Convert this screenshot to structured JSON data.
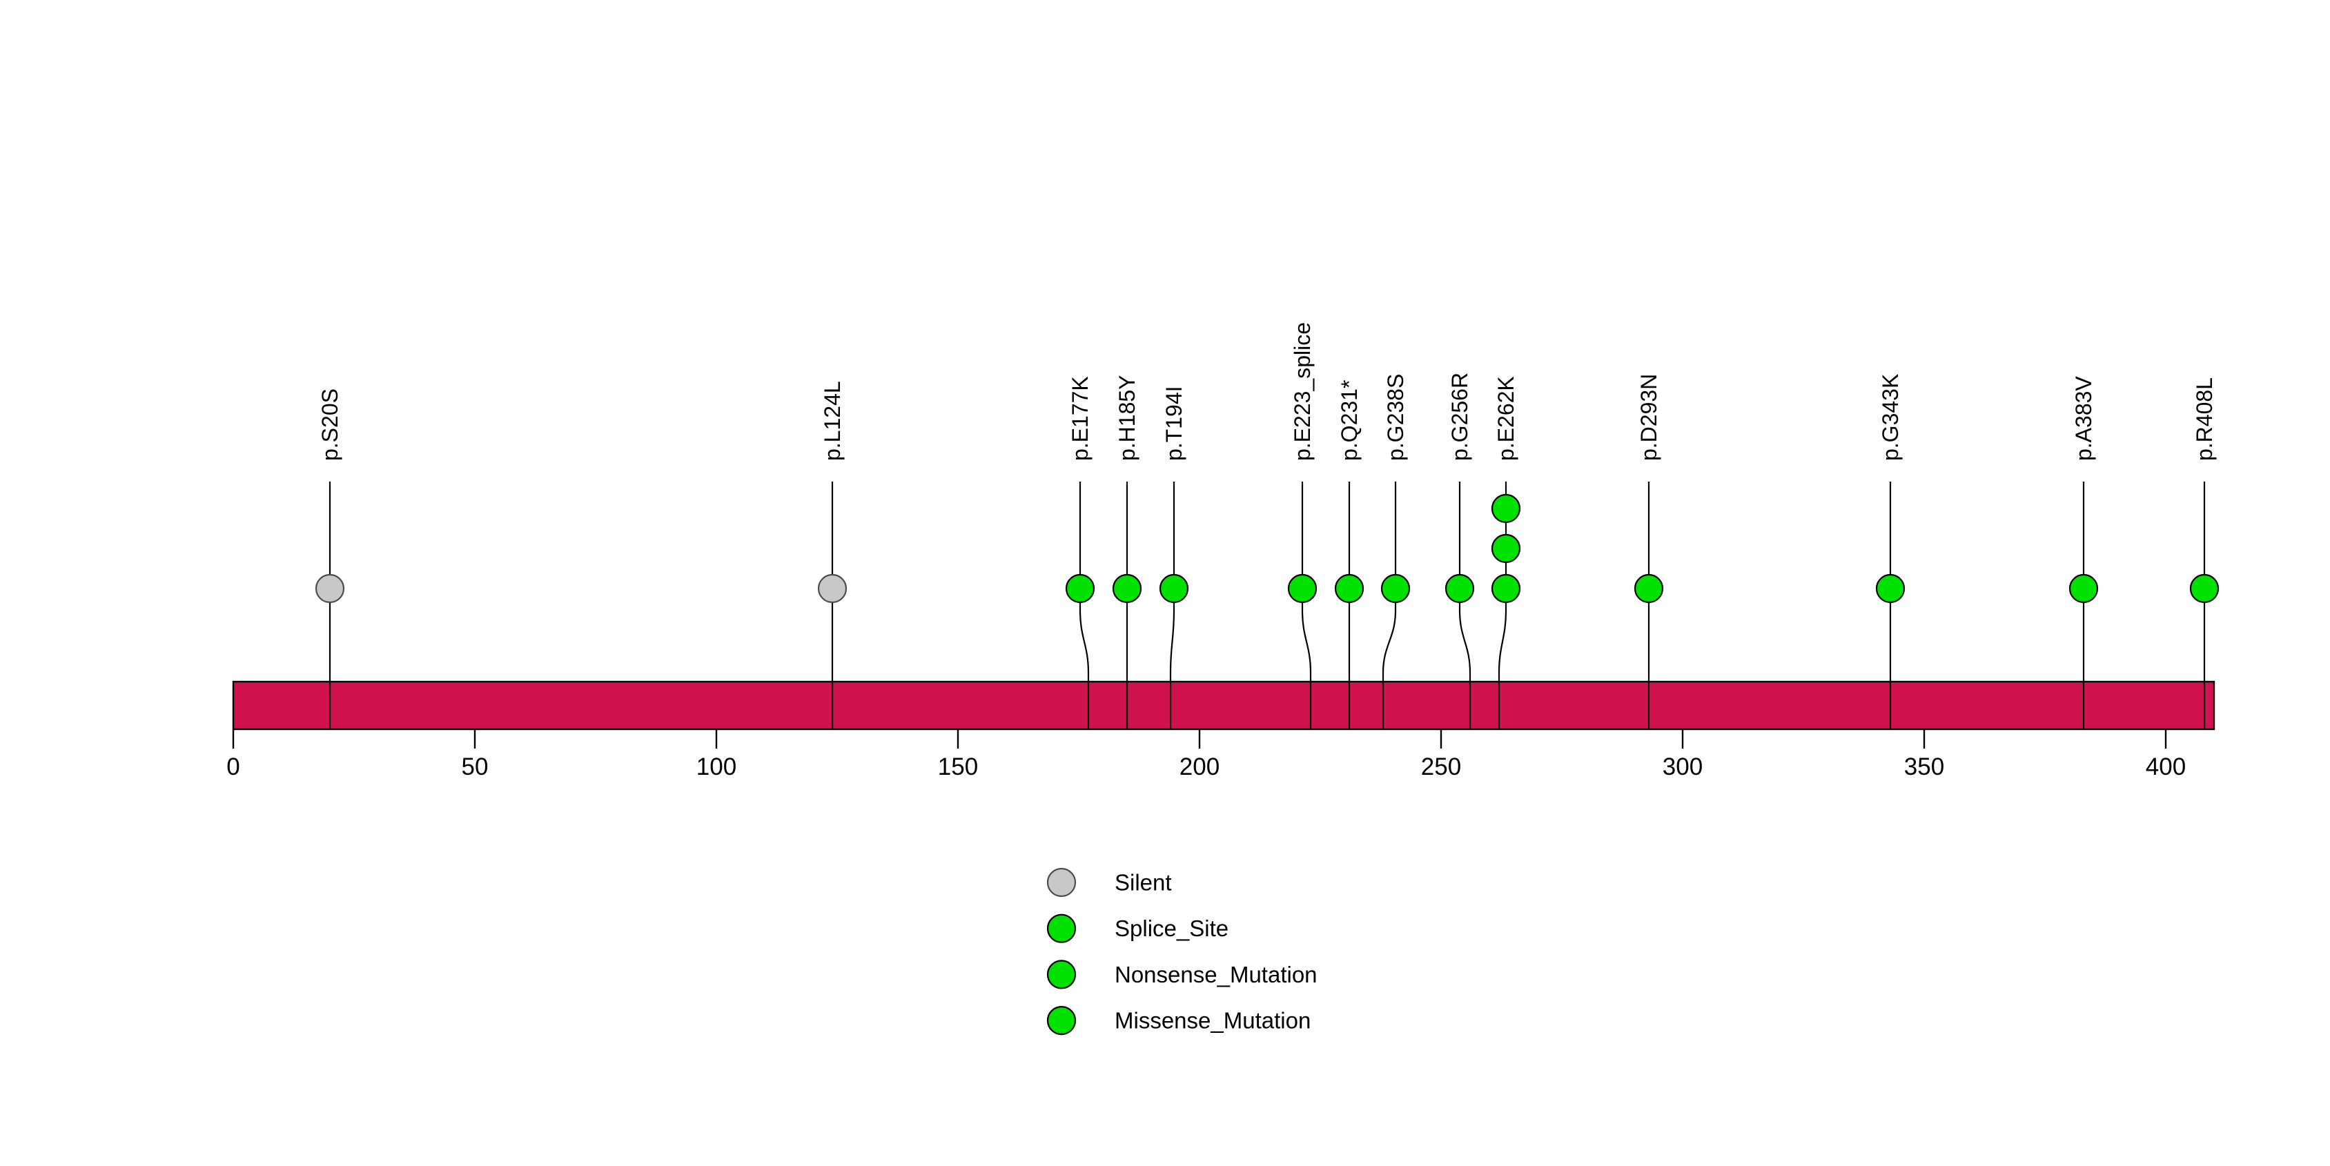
{
  "figure": {
    "background": "#FFFFFF"
  },
  "chart_data": {
    "type": "lollipop",
    "axis_range": [
      0,
      410
    ],
    "x_ticks": [
      0,
      50,
      100,
      150,
      200,
      250,
      300,
      350,
      400
    ],
    "protein_bar": {
      "start": 0,
      "end": 410,
      "color": "#D0124E",
      "border_color": "#000000"
    },
    "stick_color": "#000000",
    "grid": false,
    "legend_position": "bottom-center",
    "mutations": [
      {
        "label": "p.S20S",
        "pos": 20,
        "type": "Silent",
        "count": 1,
        "label_offset": 0
      },
      {
        "label": "p.L124L",
        "pos": 124,
        "type": "Silent",
        "count": 1,
        "label_offset": 0
      },
      {
        "label": "p.E177K",
        "pos": 177,
        "type": "Missense_Mutation",
        "count": 1,
        "label_offset": -12
      },
      {
        "label": "p.H185Y",
        "pos": 185,
        "type": "Missense_Mutation",
        "count": 1,
        "label_offset": 0
      },
      {
        "label": "p.T194I",
        "pos": 194,
        "type": "Missense_Mutation",
        "count": 1,
        "label_offset": 5
      },
      {
        "label": "p.E223_splice",
        "pos": 223,
        "type": "Splice_Site",
        "count": 1,
        "label_offset": -12
      },
      {
        "label": "p.Q231*",
        "pos": 231,
        "type": "Nonsense_Mutation",
        "count": 1,
        "label_offset": 0
      },
      {
        "label": "p.G238S",
        "pos": 238,
        "type": "Missense_Mutation",
        "count": 1,
        "label_offset": 18
      },
      {
        "label": "p.G256R",
        "pos": 256,
        "type": "Missense_Mutation",
        "count": 1,
        "label_offset": -15
      },
      {
        "label": "p.E262K",
        "pos": 262,
        "type": "Missense_Mutation",
        "count": 3,
        "label_offset": 10
      },
      {
        "label": "p.D293N",
        "pos": 293,
        "type": "Missense_Mutation",
        "count": 1,
        "label_offset": 0
      },
      {
        "label": "p.G343K",
        "pos": 343,
        "type": "Missense_Mutation",
        "count": 1,
        "label_offset": 0
      },
      {
        "label": "p.A383V",
        "pos": 383,
        "type": "Missense_Mutation",
        "count": 1,
        "label_offset": 0
      },
      {
        "label": "p.R408L",
        "pos": 408,
        "type": "Missense_Mutation",
        "count": 1,
        "label_offset": 0
      }
    ],
    "legend": [
      {
        "label": "Silent",
        "color": "#C8C8C8",
        "stroke": "#4D4D4D"
      },
      {
        "label": "Splice_Site",
        "color": "#00E100",
        "stroke": "#000000"
      },
      {
        "label": "Nonsense_Mutation",
        "color": "#00E100",
        "stroke": "#000000"
      },
      {
        "label": "Missense_Mutation",
        "color": "#00E100",
        "stroke": "#000000"
      }
    ]
  }
}
